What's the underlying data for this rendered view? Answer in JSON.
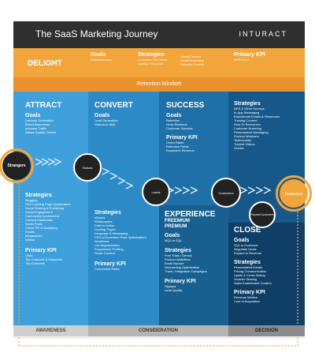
{
  "header": {
    "title": "The SaaS Marketing Journey",
    "logo": "INTURACT"
  },
  "delight": {
    "label": "DELIGHT",
    "cols": [
      {
        "heading": "Goals",
        "lines": [
          "Build Advocacy"
        ]
      },
      {
        "heading": "Strategies",
        "lines": [
          "Customer Gift Cards",
          "Loyalty / Rewards"
        ]
      },
      {
        "heading": "",
        "lines": [
          "Social Content",
          "Social Marketing",
          "Success Content"
        ]
      },
      {
        "heading": "Primary KPI",
        "lines": [
          "NPS Score"
        ]
      }
    ]
  },
  "retention": "Retention Mindset",
  "attract": {
    "title": "ATTRACT",
    "goals_h": "Goals",
    "goals": [
      "Demand Generation",
      "Brand Awareness",
      "Increase Traffic",
      "Attract Quality Visitors"
    ],
    "strategies_h": "Strategies",
    "strategies": [
      "Blogging",
      "SEO Landing Page Optimization",
      "Social Sharing & Publishing",
      "Social Engagement",
      "Community Involvement",
      "Content Distribution",
      "Guest Posts",
      "Online PR & Marketing",
      "Emails",
      "Infographics",
      "Videos"
    ],
    "kpi_h": "Primary KPI",
    "kpi": [
      "Visits",
      "Top Channels & Keywords",
      "Top Channels"
    ]
  },
  "convert": {
    "title": "CONVERT",
    "goals_h": "Goals",
    "goals": [
      "Lead Generation",
      "Visitors to MQL"
    ],
    "strategies_h": "Strategies",
    "strategies": [
      "eBooks",
      "Whitepapers",
      "Calls to Action",
      "Landing Pages",
      "Language & Messaging",
      "CRO (Conversion Rate Optimization)",
      "Workflows",
      "List Segmentation",
      "Progressive Profiling",
      "Smart Content"
    ],
    "kpi_h": "Primary KPI",
    "kpi": [
      "Conversion Rates"
    ]
  },
  "success": {
    "title": "SUCCESS",
    "goals_h": "Goals",
    "goals": [
      "Retention",
      "Grow Revenue",
      "Customer Success"
    ],
    "kpi_h": "Primary KPI",
    "kpi": [
      "Churn Rates",
      "Retention Rates",
      "Expansion Revenue"
    ]
  },
  "strategies_d": {
    "heading": "Strategies",
    "lines": [
      "NPS & Other Surveys",
      "In-App Messaging",
      "Educational Emails & Resources",
      "Training Content",
      "How-To Resources",
      "Customer Nurturing",
      "Personalized Messaging",
      "Product Webinars",
      "Testimonials",
      "Tutorial Videos",
      "Guides"
    ]
  },
  "experience": {
    "title": "EXPERIENCE",
    "subtitle": "FREEMIUM PREMIUM",
    "goals_h": "Goals",
    "goals": [
      "MQL to SQL"
    ],
    "strategies_h": "Strategies",
    "strategies": [
      "Free Trials / Demos",
      "Product Walkthrus",
      "Email Nurture",
      "Onboarding Optimization",
      "Trans / Integration Campaigns"
    ],
    "kpi_h": "Primary KPI",
    "kpi": [
      "Signups",
      "Lead Quality"
    ]
  },
  "close": {
    "title": "CLOSE",
    "goals_h": "Goals",
    "goals": [
      "SQL to Customer",
      "Negotiate Deals",
      "Expand to Revenue"
    ],
    "strategies_h": "Strategies",
    "strategies": [
      "Personalized Emails",
      "Pricing Communication",
      "Upsell & Cross Selling",
      "Smarter Sharing",
      "Sales Enablement Content"
    ],
    "kpi_h": "Primary KPI",
    "kpi": [
      "Revenue Metrics",
      "Cost of Acquisition"
    ]
  },
  "nodes": {
    "strangers": "Strangers",
    "visitors": "Visitors",
    "leads": "Leads",
    "customers": "Customers",
    "repeat": "Repeat Customers",
    "promoters": "Promoters"
  },
  "stages": [
    "AWARENESS",
    "CONSIDERATION",
    "DECISION"
  ],
  "colors": {
    "orange": "#f2a53a",
    "dark": "#2f2f2f",
    "blue1": "#3fa0dc",
    "blue2": "#2c8ac7",
    "blue3": "#1f6fa8",
    "navy": "#0f3f66"
  }
}
